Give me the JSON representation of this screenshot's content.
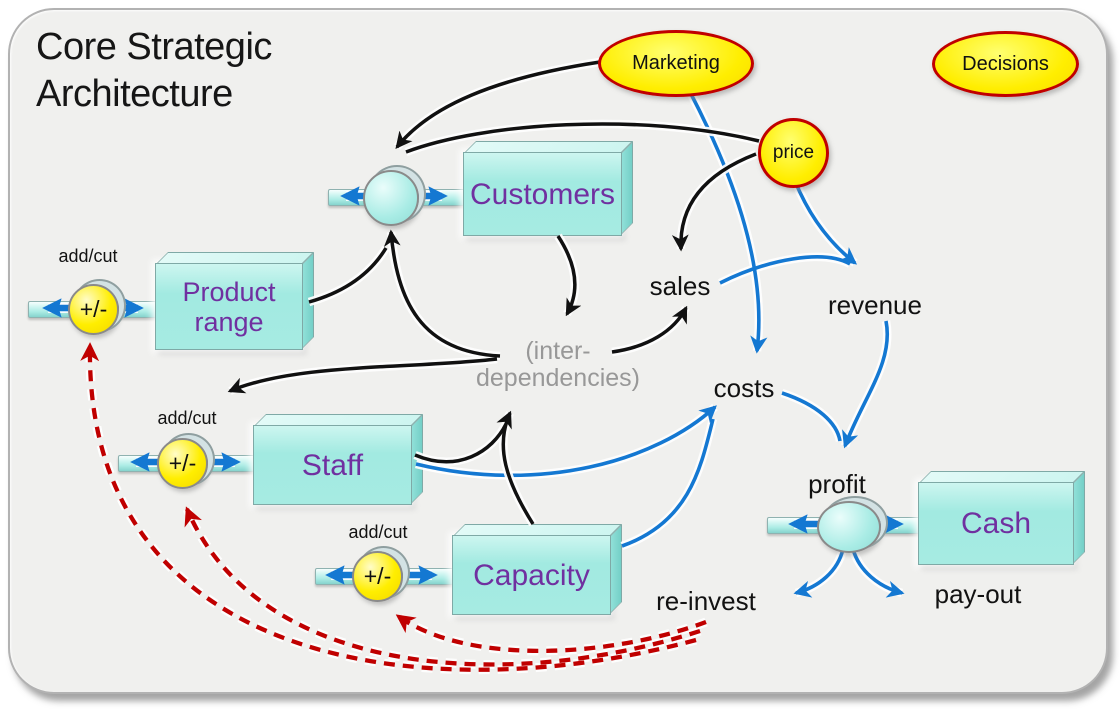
{
  "title": "Core Strategic\nArchitecture",
  "bubbles": {
    "marketing": "Marketing",
    "decisions": "Decisions",
    "price": "price"
  },
  "stocks": {
    "customers": "Customers",
    "product_range": "Product range",
    "staff": "Staff",
    "capacity": "Capacity",
    "cash": "Cash"
  },
  "flow_labels": {
    "sales": "sales",
    "revenue": "revenue",
    "costs": "costs",
    "profit": "profit",
    "reinvest": "re-invest",
    "payout": "pay-out"
  },
  "valve_labels": {
    "add_cut": "add/cut",
    "plus_minus": "+/-"
  },
  "notes": {
    "interdependencies": "(inter-\ndependencies)"
  },
  "colors": {
    "panel_background": "#f0f0ee",
    "stock_fill": "#a6ebe2",
    "stock_text": "#7030a0",
    "bubble_fill": "#ffee00",
    "bubble_border": "#c00000",
    "flow_arrow_blue": "#1478d2",
    "causal_black": "#111111",
    "feedback_red_dashed": "#c00000",
    "interdependencies_gray": "#989898"
  },
  "relationships": [
    {
      "from": "Marketing",
      "to": "customers-valve",
      "style": "black"
    },
    {
      "from": "price",
      "to": "customers-valve",
      "style": "black"
    },
    {
      "from": "price",
      "to": "sales",
      "style": "black"
    },
    {
      "from": "Customers",
      "to": "inter-dependencies",
      "style": "black"
    },
    {
      "from": "inter-dependencies",
      "to": "sales",
      "style": "black"
    },
    {
      "from": "inter-dependencies",
      "to": "customers-valve",
      "style": "black"
    },
    {
      "from": "Product range",
      "to": "customers-valve",
      "style": "black"
    },
    {
      "from": "inter-dependencies",
      "to": "Staff",
      "style": "black"
    },
    {
      "from": "Staff",
      "to": "inter-dependencies",
      "style": "black"
    },
    {
      "from": "Capacity",
      "to": "inter-dependencies",
      "style": "black"
    },
    {
      "from": "Marketing",
      "to": "costs",
      "style": "blue"
    },
    {
      "from": "price",
      "to": "revenue",
      "style": "blue"
    },
    {
      "from": "sales",
      "to": "revenue",
      "style": "blue"
    },
    {
      "from": "Staff",
      "to": "costs",
      "style": "blue"
    },
    {
      "from": "Capacity",
      "to": "costs",
      "style": "blue"
    },
    {
      "from": "costs",
      "to": "profit",
      "style": "blue"
    },
    {
      "from": "revenue",
      "to": "profit",
      "style": "blue"
    },
    {
      "from": "profit-valve",
      "to": "re-invest",
      "style": "blue"
    },
    {
      "from": "profit-valve",
      "to": "pay-out",
      "style": "blue"
    },
    {
      "from": "re-invest",
      "to": "capacity-valve",
      "style": "red-dashed"
    },
    {
      "from": "re-invest",
      "to": "staff-valve",
      "style": "red-dashed"
    },
    {
      "from": "re-invest",
      "to": "product-range-valve",
      "style": "red-dashed"
    }
  ]
}
